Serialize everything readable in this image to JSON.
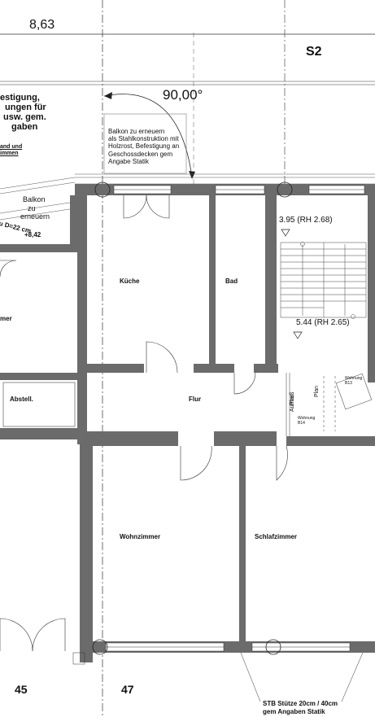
{
  "dimensions": {
    "width_top": "8,63",
    "angle": "90,00°",
    "height_a": "3.95  (RH 2.68)",
    "height_b": "5.44  (RH 2.65)",
    "slab_note": "u D=22 cm",
    "slab_level": "+8,42"
  },
  "section_mark": "S2",
  "notes": {
    "left_top_lines": [
      "estigung,",
      "ungen für",
      "usw. gem.",
      "gaben"
    ],
    "left_small_lines": [
      "and und",
      "immen"
    ],
    "balcony_renew_lines": [
      "Balkon zu erneuern",
      "als Stahlkonstruktion mit",
      "Holzrost, Befestigung an",
      "Geschossdecken gem",
      "Angabe Statik"
    ],
    "balcony_left_lines": [
      "Balkon",
      "zu",
      "erneuern"
    ],
    "column_lines": [
      "STB Stütze 20cm / 40cm",
      "gem Angaben Statik"
    ]
  },
  "rooms": {
    "kitchen": "Küche",
    "bath": "Bad",
    "hall": "Flur",
    "storage": "Abstell.",
    "living": "Wohnzimmer",
    "bedroom": "Schlafzimmer",
    "left_partial": "mer"
  },
  "labels": {
    "elevator_a": "Plan",
    "elevator_b": "Aufmaß",
    "elevator_c": "Plan",
    "unit_a": "Wohnung",
    "unit_a_no": "B13",
    "unit_b": "Wohnung",
    "unit_b_no": "B14"
  },
  "house_numbers": {
    "left": "45",
    "right": "47"
  }
}
